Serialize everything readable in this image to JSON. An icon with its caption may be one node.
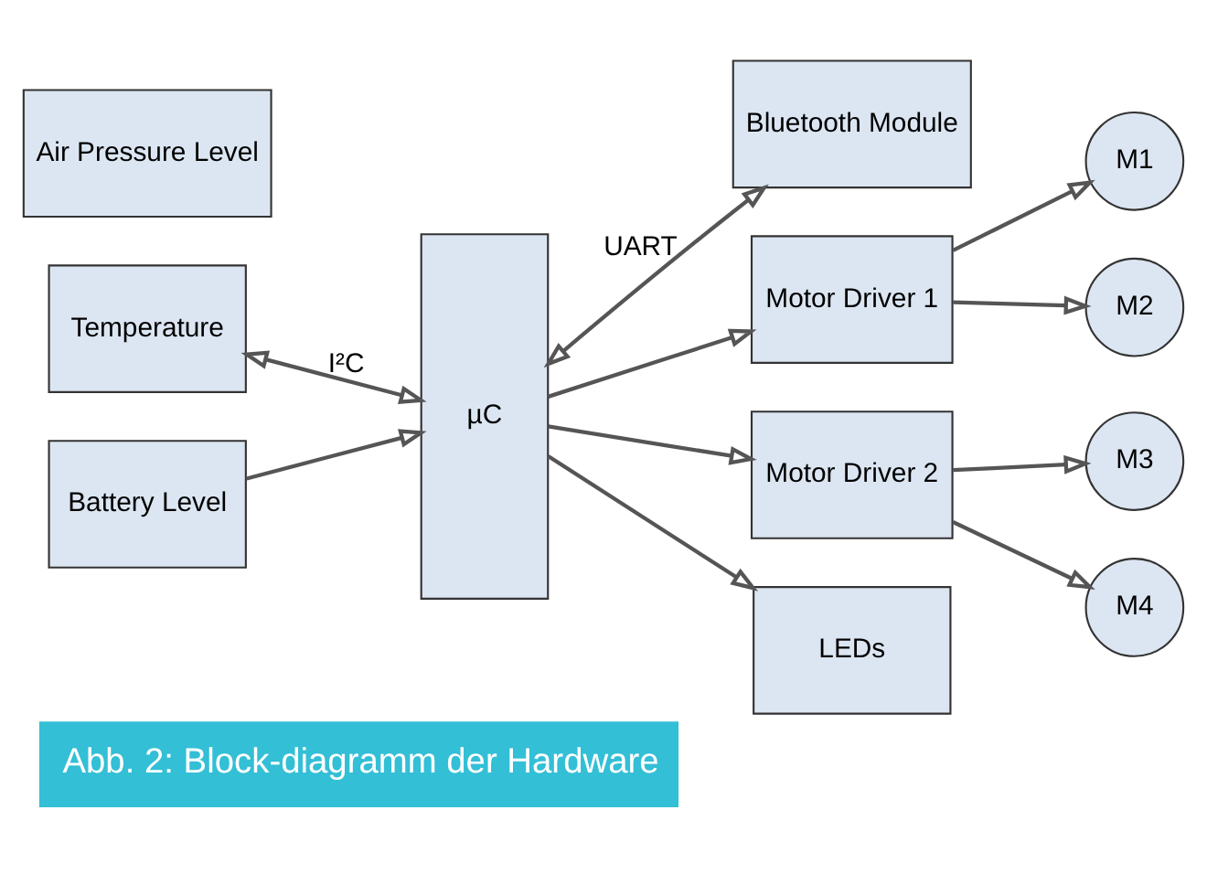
{
  "diagram": {
    "caption": "Abb. 2: Block-diagramm der Hardware",
    "nodes": [
      {
        "text": [
          "Temperature"
        ]
      },
      {
        "text": [
          "Air Pressure Level"
        ]
      },
      {
        "text": [
          "Battery Level"
        ]
      },
      {
        "text": [
          "µC"
        ]
      },
      {
        "text": [
          "Bluetooth Module"
        ]
      },
      {
        "text": [
          "Motor Driver 1"
        ]
      },
      {
        "text": [
          "Motor Driver 2"
        ]
      },
      {
        "text": [
          "LEDs"
        ]
      },
      {
        "text": [
          "M1"
        ]
      },
      {
        "text": [
          "M2"
        ]
      },
      {
        "text": [
          "M3"
        ]
      },
      {
        "text": [
          "M4"
        ]
      }
    ],
    "edges": [
      {
        "from": 0,
        "to": 3,
        "arrow": "both",
        "label": "I²C"
      },
      {
        "from": 2,
        "to": 3,
        "arrow": "to"
      },
      {
        "from": 3,
        "to": 4,
        "arrow": "both",
        "label": "UART"
      },
      {
        "from": 3,
        "to": 5,
        "arrow": "to"
      },
      {
        "from": 3,
        "to": 6,
        "arrow": "to"
      },
      {
        "from": 3,
        "to": 7,
        "arrow": "to"
      },
      {
        "from": 5,
        "to": 8,
        "arrow": "to"
      },
      {
        "from": 5,
        "to": 9,
        "arrow": "to"
      },
      {
        "from": 6,
        "to": 10,
        "arrow": "to"
      },
      {
        "from": 6,
        "to": 11,
        "arrow": "to"
      }
    ]
  }
}
